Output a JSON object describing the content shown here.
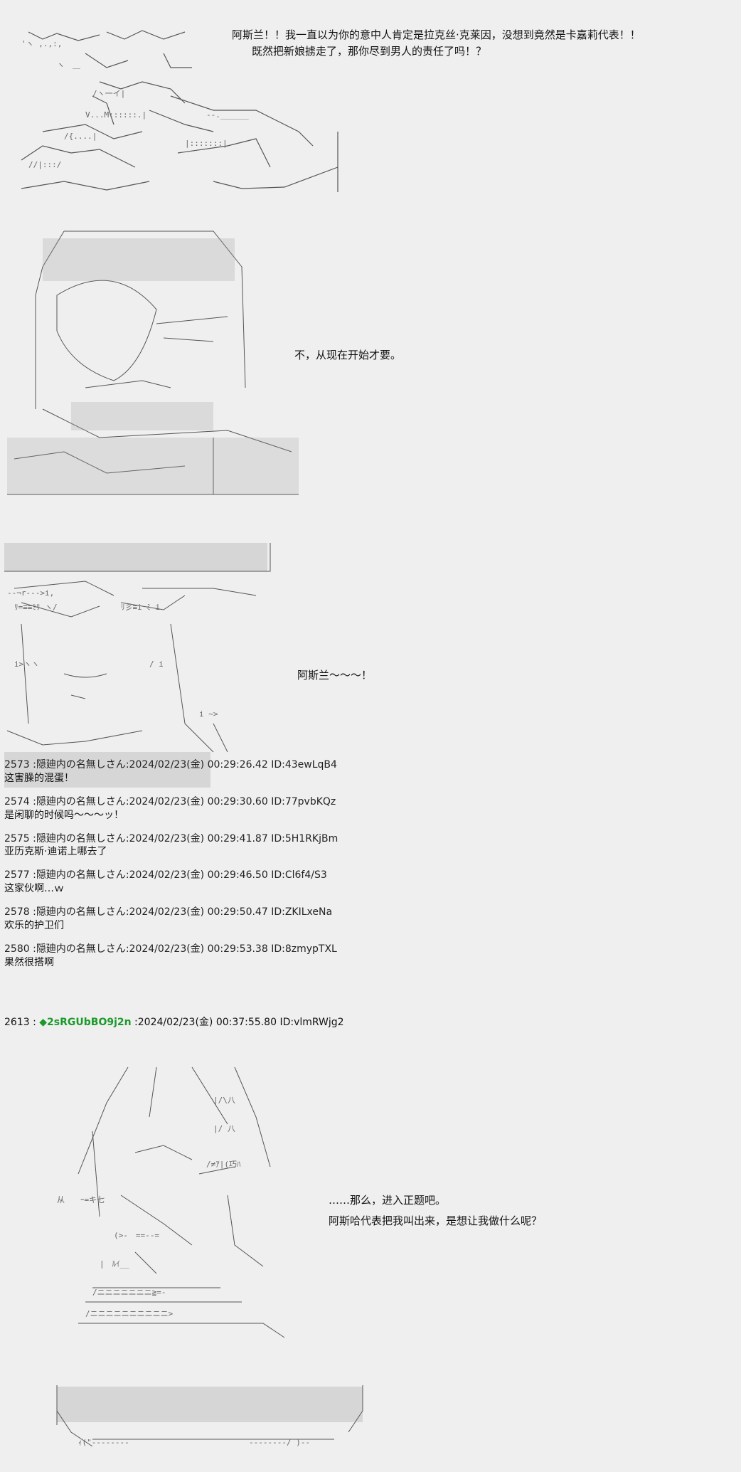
{
  "scene1": {
    "lines": [
      "阿斯兰！！我一直以为你的意中人肯定是拉克丝·克莱因，没想到竟然是卡嘉莉代表！！",
      "既然把新娘掳走了，那你尽到男人的责任了吗！？"
    ]
  },
  "scene2": {
    "lines": [
      "不，从现在开始才要。"
    ]
  },
  "scene3": {
    "lines": [
      "阿斯兰～～～！"
    ]
  },
  "posts": [
    {
      "number": "2573",
      "name": "隠廸内の名無しさん",
      "date": "2024/02/23(金) 00:29:26.42",
      "id": "ID:43ewLqB4",
      "body": "这害臊的混蛋！"
    },
    {
      "number": "2574",
      "name": "隠廸内の名無しさん",
      "date": "2024/02/23(金) 00:29:30.60",
      "id": "ID:77pvbKQz",
      "body": "是闲聊的时候吗～～～ッ！"
    },
    {
      "number": "2575",
      "name": "隠廸内の名無しさん",
      "date": "2024/02/23(金) 00:29:41.87",
      "id": "ID:5H1RKjBm",
      "body": "亚历克斯·迪诺上哪去了"
    },
    {
      "number": "2577",
      "name": "隠廸内の名無しさん",
      "date": "2024/02/23(金) 00:29:46.50",
      "id": "ID:Cl6f4/S3",
      "body": "这家伙啊…ｗ"
    },
    {
      "number": "2578",
      "name": "隠廸内の名無しさん",
      "date": "2024/02/23(金) 00:29:50.47",
      "id": "ID:ZKILxeNa",
      "body": "欢乐的护卫们"
    },
    {
      "number": "2580",
      "name": "隠廸内の名無しさん",
      "date": "2024/02/23(金) 00:29:53.38",
      "id": "ID:8zmypTXL",
      "body": "果然很搭啊"
    }
  ],
  "op_post": {
    "number": "2613",
    "trip": "◆2sRGUbBO9j2n",
    "date": "2024/02/23(金) 00:37:55.80",
    "id": "ID:vlmRWjg2"
  },
  "scene4": {
    "lines": [
      "……那么，进入正题吧。",
      "阿斯哈代表把我叫出来，是想让我做什么呢？"
    ]
  },
  "colors": {
    "background": "#efefef",
    "trip": "#1a9a2a",
    "art": "#444444"
  }
}
